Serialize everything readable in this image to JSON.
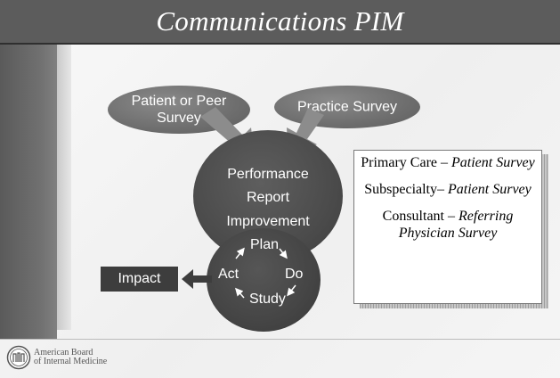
{
  "slide": {
    "title": "Communications PIM",
    "survey_left": [
      "Patient or Peer",
      "Survey"
    ],
    "survey_right": "Practice Survey",
    "circle_lines": [
      "Performance",
      "Report",
      "Improvement"
    ],
    "pdsa": {
      "plan": "Plan",
      "do": "Do",
      "study": "Study",
      "act": "Act"
    },
    "impact": "Impact",
    "textbox": [
      {
        "plain": "Primary Care – ",
        "italic": "Patient Survey"
      },
      {
        "plain": "Subspecialty– ",
        "italic": "Patient Survey"
      },
      {
        "plain": "Consultant – ",
        "italic": "Referring Physician Survey"
      }
    ],
    "logo_lines": [
      "American Board",
      "of Internal Medicine"
    ],
    "colors": {
      "title_bar": "#5c5c5c",
      "oval": "#6e6e6e",
      "circle": "#4a4a4a",
      "impact_box": "#3d3d3d",
      "arrow": "#8c8c8c"
    }
  }
}
